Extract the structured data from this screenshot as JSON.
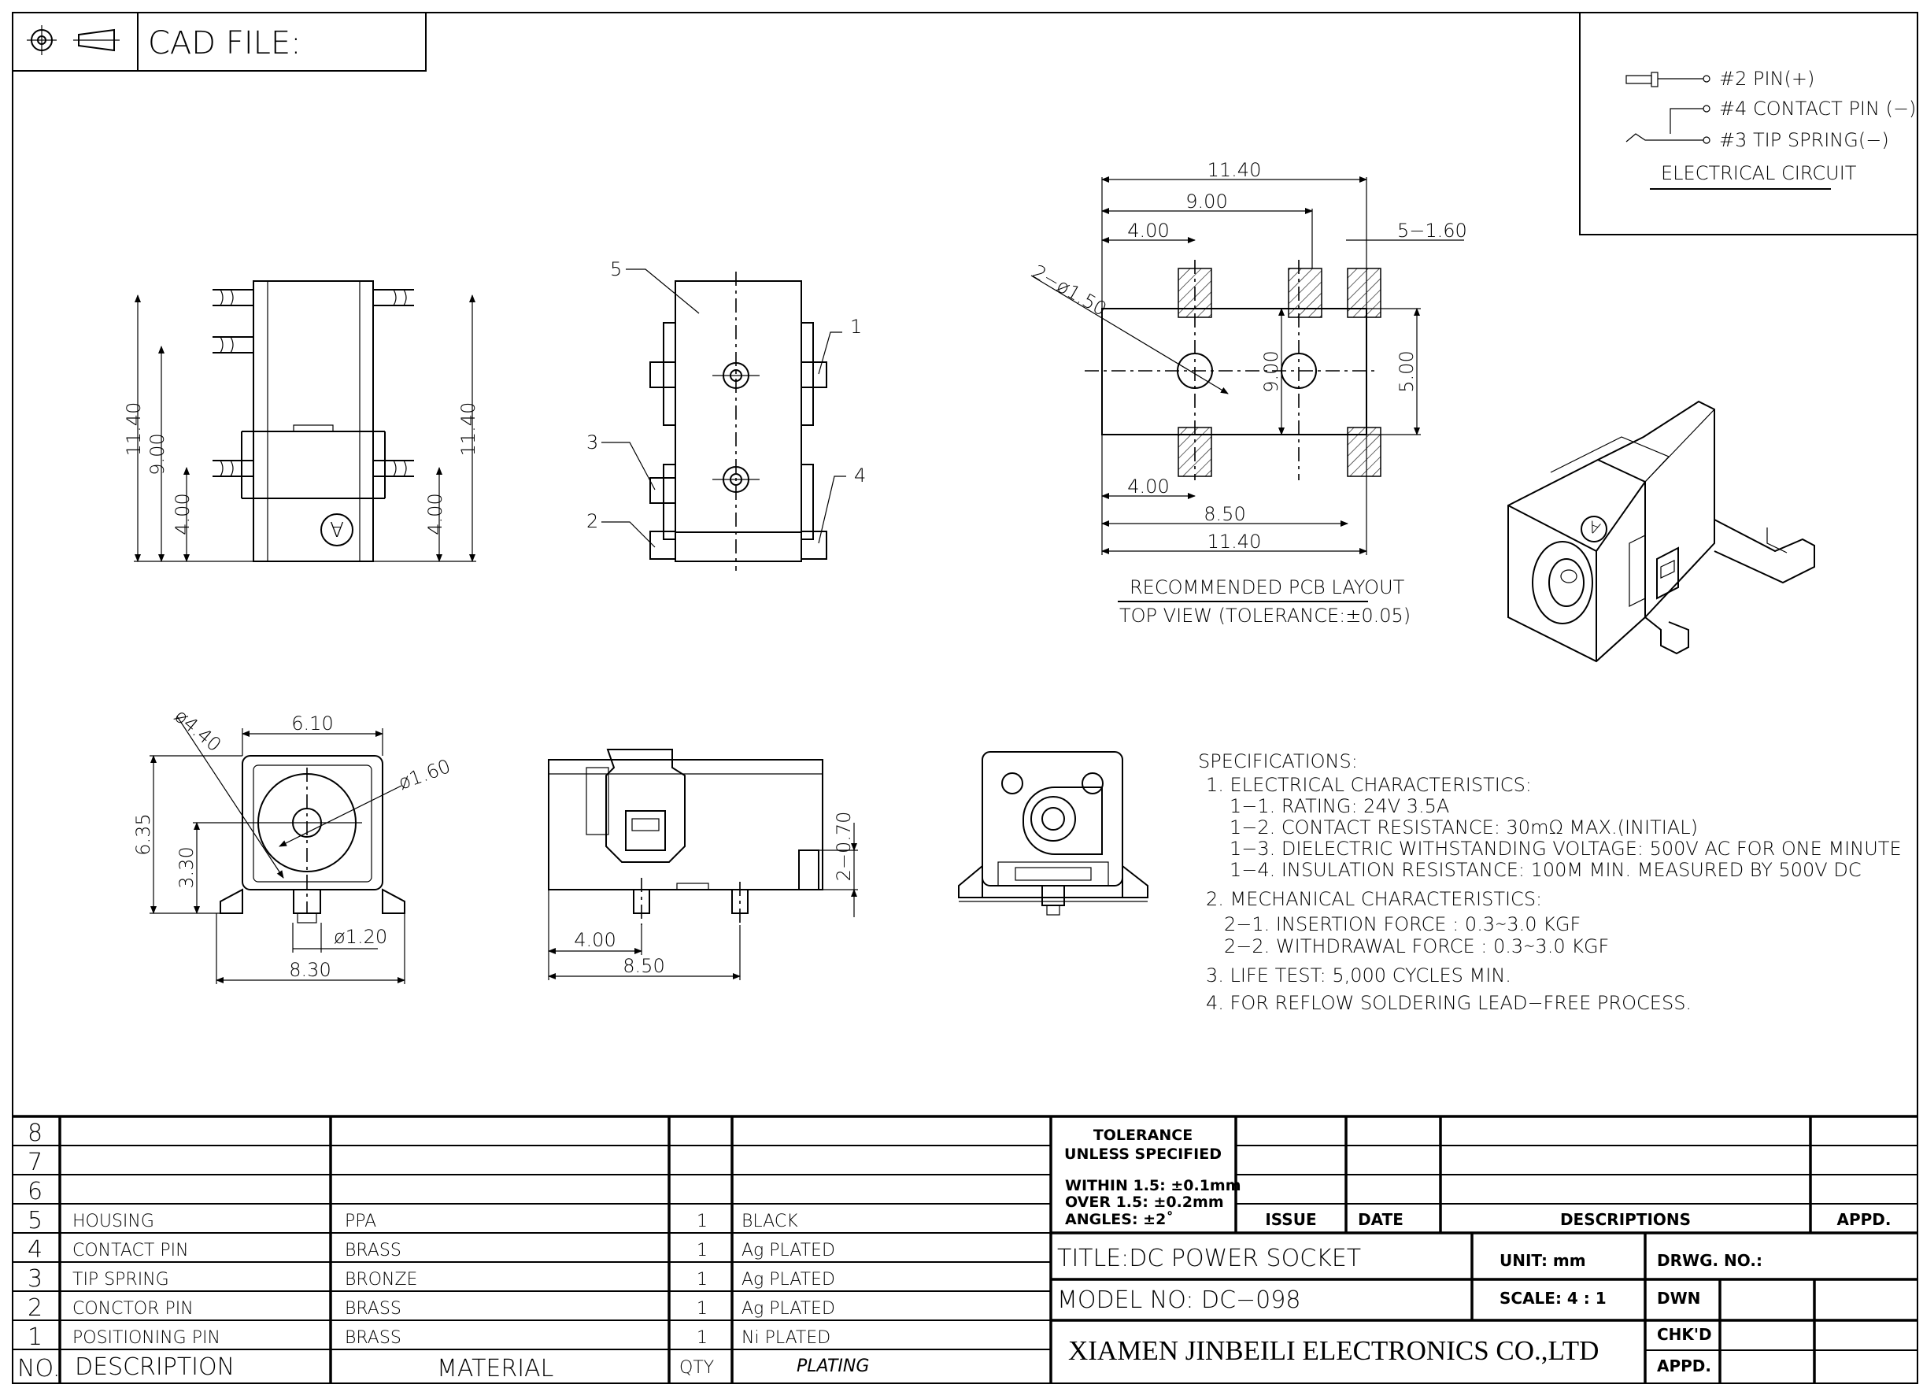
{
  "header": {
    "cad_file_label": "CAD FILE:",
    "cad_file_value": ""
  },
  "circuit": {
    "pins": [
      "#2  PIN(+)",
      "#4  CONTACT  PIN  (−)",
      "#3  TIP  SPRING(−)"
    ],
    "caption": "ELECTRICAL  CIRCUIT"
  },
  "side_view": {
    "dims": [
      "11.40",
      "9.00",
      "4.00",
      "11.40",
      "4.00"
    ],
    "marker": "A"
  },
  "front_side_view": {
    "callouts": [
      "5",
      "1",
      "3",
      "4",
      "2"
    ]
  },
  "pcb_layout": {
    "dims_top": [
      "11.40",
      "9.00",
      "4.00",
      "5−1.60"
    ],
    "dims_bottom": [
      "4.00",
      "8.50",
      "11.40"
    ],
    "dims_side": [
      "9.00",
      "5.00"
    ],
    "hole_dim": "2−ø1.50",
    "caption1": "RECOMMENDED  PCB  LAYOUT",
    "caption2": "TOP  VIEW  (TOLERANCE:±0.05)"
  },
  "front_view": {
    "dims": [
      "ø4.40",
      "6.10",
      "ø1.60",
      "6.35",
      "3.30",
      "ø1.20",
      "8.30"
    ]
  },
  "side_view2": {
    "dims": [
      "2−0.70",
      "4.00",
      "8.50"
    ]
  },
  "specs": {
    "title": "SPECIFICATIONS:",
    "lines": [
      "1. ELECTRICAL  CHARACTERISTICS:",
      "1−1.  RATING:  24V  3.5A",
      "1−2.  CONTACT  RESISTANCE:  30mΩ  MAX.(INITIAL)",
      "1−3.  DIELECTRIC  WITHSTANDING  VOLTAGE:  500V  AC  FOR  ONE  MINUTE",
      "1−4.  INSULATION  RESISTANCE:  100M    MIN.  MEASURED  BY  500V  DC",
      "2. MECHANICAL  CHARACTERISTICS:",
      "2−1.  INSERTION  FORCE  :  0.3∼3.0  KGF",
      "2−2.  WITHDRAWAL  FORCE  :  0.3∼3.0  KGF",
      "3.  LIFE  TEST:  5,000  CYCLES  MIN.",
      "4.  FOR  REFLOW  SOLDERING  LEAD−FREE  PROCESS."
    ]
  },
  "bom": {
    "rows": [
      {
        "no": "8",
        "desc": "",
        "material": "",
        "qty": "",
        "plating": ""
      },
      {
        "no": "7",
        "desc": "",
        "material": "",
        "qty": "",
        "plating": ""
      },
      {
        "no": "6",
        "desc": "",
        "material": "",
        "qty": "",
        "plating": ""
      },
      {
        "no": "5",
        "desc": "HOUSING",
        "material": "PPA",
        "qty": "1",
        "plating": "BLACK"
      },
      {
        "no": "4",
        "desc": "CONTACT  PIN",
        "material": "BRASS",
        "qty": "1",
        "plating": "Ag  PLATED"
      },
      {
        "no": "3",
        "desc": "TIP  SPRING",
        "material": "BRONZE",
        "qty": "1",
        "plating": "Ag  PLATED"
      },
      {
        "no": "2",
        "desc": "CONCTOR  PIN",
        "material": "BRASS",
        "qty": "1",
        "plating": "Ag  PLATED"
      },
      {
        "no": "1",
        "desc": "POSITIONING  PIN",
        "material": "BRASS",
        "qty": "1",
        "plating": "Ni  PLATED"
      }
    ],
    "headers": {
      "no": "NO.",
      "desc": "DESCRIPTION",
      "material": "MATERIAL",
      "qty": "QTY",
      "plating": "PLATING"
    }
  },
  "title_block": {
    "tolerance_title": [
      "TOLERANCE",
      "UNLESS  SPECIFIED"
    ],
    "tolerance_lines": [
      "WITHIN  1.5: ±0.1mm",
      "OVER  1.5:  ±0.2mm",
      "ANGLES: ±2˚"
    ],
    "issue": "ISSUE",
    "date": "DATE",
    "descriptions": "DESCRIPTIONS",
    "appd": "APPD.",
    "title": "TITLE:DC  POWER  SOCKET",
    "unit": "UNIT: mm",
    "drwg_no": "DRWG.  NO.:",
    "model": "MODEL  NO:  DC−098",
    "scale": "SCALE: 4 : 1",
    "dwn": "DWN",
    "chkd": "CHK'D",
    "appd2": "APPD.",
    "company": "XIAMEN JINBEILI ELECTRONICS CO.,LTD"
  }
}
